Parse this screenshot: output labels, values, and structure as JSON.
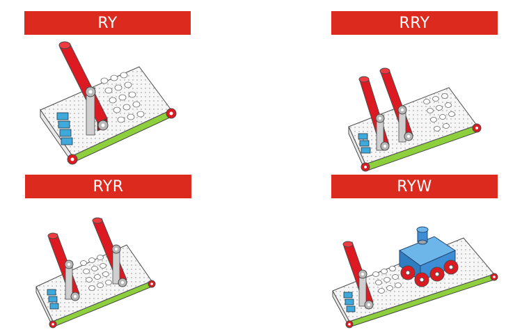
{
  "colors": {
    "banner": "#dc2a1e",
    "roller": "#dd1a22",
    "roller_dark": "#a50f16",
    "shaft": "#b8b8b8",
    "belt": "#f6f6f6",
    "belt_line": "#4a4a4a",
    "belt_side": "#8dcf3c",
    "module": "#3fa9dc",
    "motor_box": "#3d8ed4",
    "motor_top": "#6cb6ea"
  },
  "panels": [
    {
      "label": "RY"
    },
    {
      "label": "RRY"
    },
    {
      "label": "RYR"
    },
    {
      "label": "RYW"
    }
  ]
}
